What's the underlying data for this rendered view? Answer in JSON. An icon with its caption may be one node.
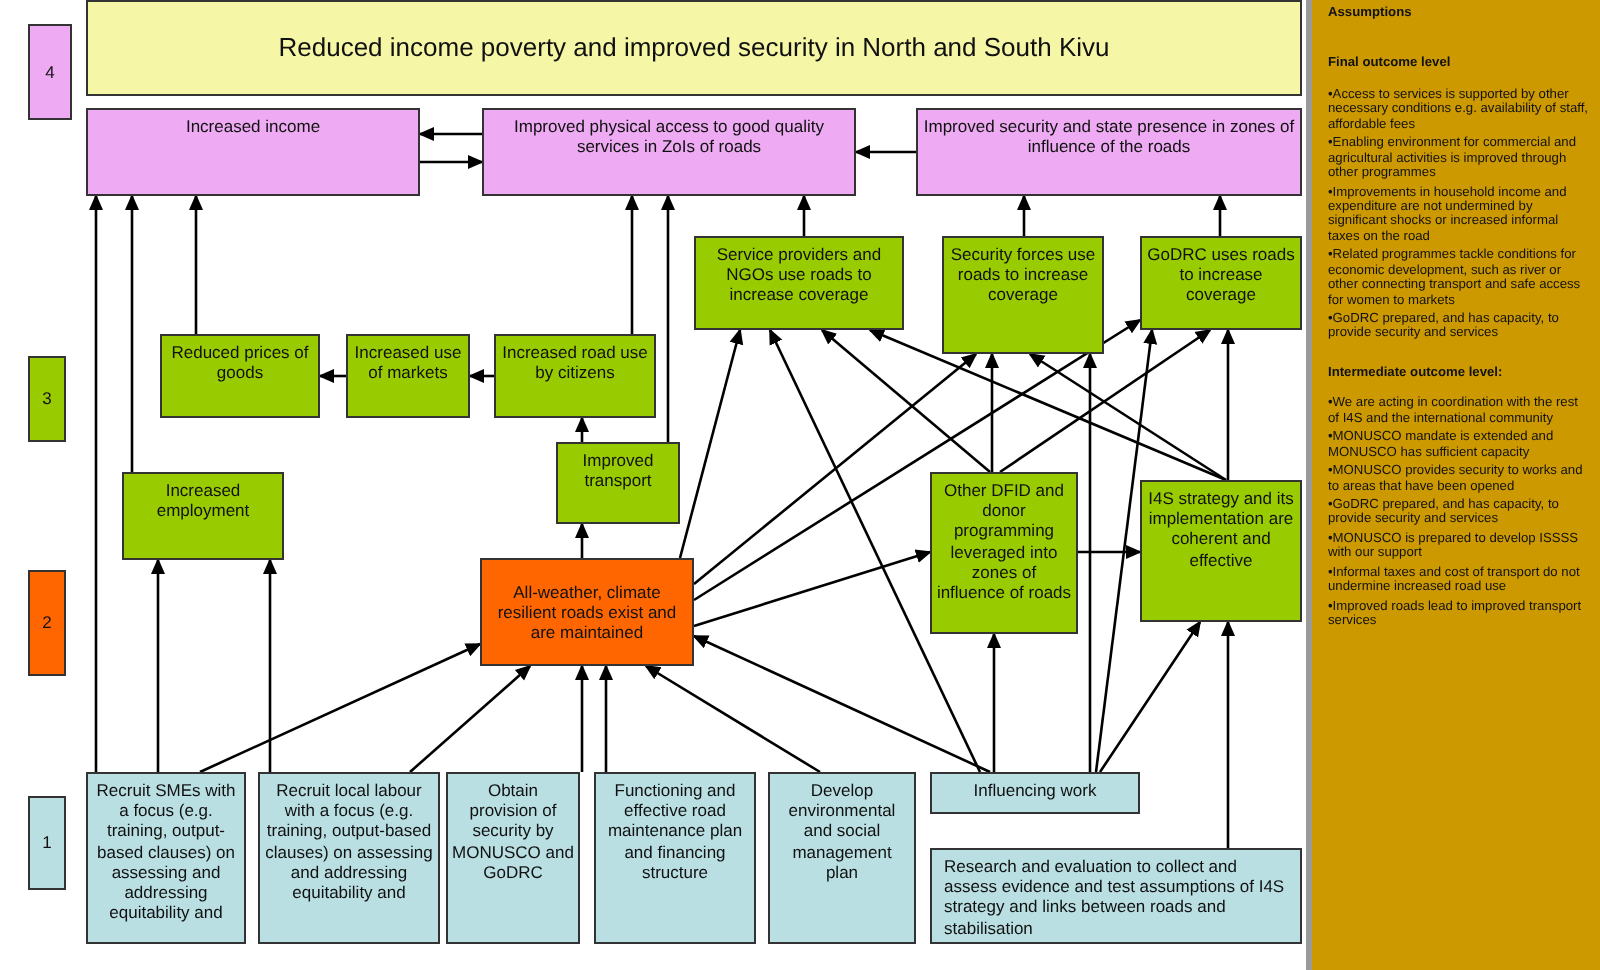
{
  "diagram": {
    "nodes": [
      {
        "text": [
          "4"
        ]
      },
      {
        "text": [
          "Reduced income poverty and improved security in North and South Kivu"
        ]
      },
      {
        "text": [
          "Increased income"
        ]
      },
      {
        "text": [
          "Improved physical access to good quality services in ZoIs of roads"
        ]
      },
      {
        "text": [
          "Improved security and state presence in zones of influence of the roads"
        ]
      },
      {
        "text": [
          "3"
        ]
      },
      {
        "text": [
          "Service providers and NGOs use roads to increase coverage"
        ]
      },
      {
        "text": [
          "Security forces use roads to increase coverage"
        ]
      },
      {
        "text": [
          "GoDRC uses roads to increase coverage"
        ]
      },
      {
        "text": [
          "Reduced prices of goods"
        ]
      },
      {
        "text": [
          "Increased use of markets"
        ]
      },
      {
        "text": [
          "Increased road use by citizens"
        ]
      },
      {
        "text": [
          "Improved transport"
        ]
      },
      {
        "text": [
          "Increased employment"
        ]
      },
      {
        "text": [
          "2"
        ]
      },
      {
        "text": [
          "All-weather, climate resilient roads exist and are maintained"
        ]
      },
      {
        "text": [
          "Other DFID and donor programming leveraged into zones of influence of roads"
        ]
      },
      {
        "text": [
          "I4S strategy and its implementation are coherent and effective"
        ]
      },
      {
        "text": [
          "1"
        ]
      },
      {
        "text": [
          "Recruit SMEs with a focus (e.g. training, output-based clauses) on assessing and addressing equitability and"
        ]
      },
      {
        "text": [
          "Recruit local labour with a focus (e.g. training, output-based clauses) on assessing and addressing equitability and"
        ]
      },
      {
        "text": [
          "Obtain provision of security by MONUSCO and GoDRC"
        ]
      },
      {
        "text": [
          "Functioning and effective road maintenance plan and financing structure"
        ]
      },
      {
        "text": [
          "Develop environmental and social management plan"
        ]
      },
      {
        "text": [
          "Influencing work"
        ]
      },
      {
        "text": [
          "Research and evaluation to collect and assess evidence and test assumptions of I4S strategy and links between roads and stabilisation"
        ]
      },
      {
        "text": [
          "Assumptions",
          "Final outcome level",
          "•Access to services is supported by other necessary conditions e.g. availability of staff, affordable fees",
          "•Enabling environment for commercial and agricultural activities is improved through other programmes",
          "•Improvements in household income and expenditure are not undermined by significant shocks or increased informal taxes on the road",
          "•Related programmes tackle conditions for economic development, such as river or other connecting transport and safe access for women to markets",
          "•GoDRC prepared, and has capacity, to provide security and services",
          "Intermediate outcome level:",
          "•We are acting in coordination with the rest of I4S and the international community",
          "•MONUSCO mandate is extended and MONUSCO has sufficient capacity",
          "•MONUSCO provides security to works and to areas that have been opened",
          "•GoDRC prepared, and has capacity, to provide security and services",
          "•MONUSCO is prepared to develop ISSSS with our support",
          "•Informal taxes and cost of transport do not undermine increased road use",
          "•Improved roads lead to improved transport services"
        ]
      }
    ],
    "edges": [
      {
        "from": 3,
        "to": 2,
        "arrow": "to"
      },
      {
        "from": 2,
        "to": 3,
        "arrow": "to"
      },
      {
        "from": 4,
        "to": 3,
        "arrow": "to"
      },
      {
        "from": 19,
        "to": 2,
        "arrow": "to"
      },
      {
        "from": 13,
        "to": 2,
        "arrow": "to"
      },
      {
        "from": 9,
        "to": 2,
        "arrow": "to"
      },
      {
        "from": 11,
        "to": 3,
        "arrow": "to"
      },
      {
        "from": 12,
        "to": 3,
        "arrow": "to"
      },
      {
        "from": 6,
        "to": 3,
        "arrow": "to"
      },
      {
        "from": 7,
        "to": 4,
        "arrow": "to"
      },
      {
        "from": 8,
        "to": 4,
        "arrow": "to"
      },
      {
        "from": 10,
        "to": 9,
        "arrow": "to"
      },
      {
        "from": 11,
        "to": 10,
        "arrow": "to"
      },
      {
        "from": 12,
        "to": 11,
        "arrow": "to"
      },
      {
        "from": 15,
        "to": 12,
        "arrow": "to"
      },
      {
        "from": 19,
        "to": 13,
        "arrow": "to"
      },
      {
        "from": 20,
        "to": 13,
        "arrow": "to"
      },
      {
        "from": 19,
        "to": 15,
        "arrow": "to"
      },
      {
        "from": 20,
        "to": 15,
        "arrow": "to"
      },
      {
        "from": 21,
        "to": 15,
        "arrow": "to"
      },
      {
        "from": 22,
        "to": 15,
        "arrow": "to"
      },
      {
        "from": 23,
        "to": 15,
        "arrow": "to"
      },
      {
        "from": 24,
        "to": 15,
        "arrow": "to"
      },
      {
        "from": 15,
        "to": 6,
        "arrow": "to"
      },
      {
        "from": 15,
        "to": 7,
        "arrow": "to"
      },
      {
        "from": 15,
        "to": 8,
        "arrow": "to"
      },
      {
        "from": 15,
        "to": 16,
        "arrow": "to"
      },
      {
        "from": 24,
        "to": 6,
        "arrow": "to"
      },
      {
        "from": 24,
        "to": 16,
        "arrow": "to"
      },
      {
        "from": 24,
        "to": 7,
        "arrow": "to"
      },
      {
        "from": 24,
        "to": 8,
        "arrow": "to"
      },
      {
        "from": 24,
        "to": 17,
        "arrow": "to"
      },
      {
        "from": 16,
        "to": 6,
        "arrow": "to"
      },
      {
        "from": 16,
        "to": 7,
        "arrow": "to"
      },
      {
        "from": 16,
        "to": 8,
        "arrow": "to"
      },
      {
        "from": 17,
        "to": 6,
        "arrow": "to"
      },
      {
        "from": 17,
        "to": 7,
        "arrow": "to"
      },
      {
        "from": 17,
        "to": 8,
        "arrow": "to"
      },
      {
        "from": 25,
        "to": 17,
        "arrow": "to"
      },
      {
        "from": 16,
        "to": 17,
        "arrow": "to"
      }
    ]
  }
}
